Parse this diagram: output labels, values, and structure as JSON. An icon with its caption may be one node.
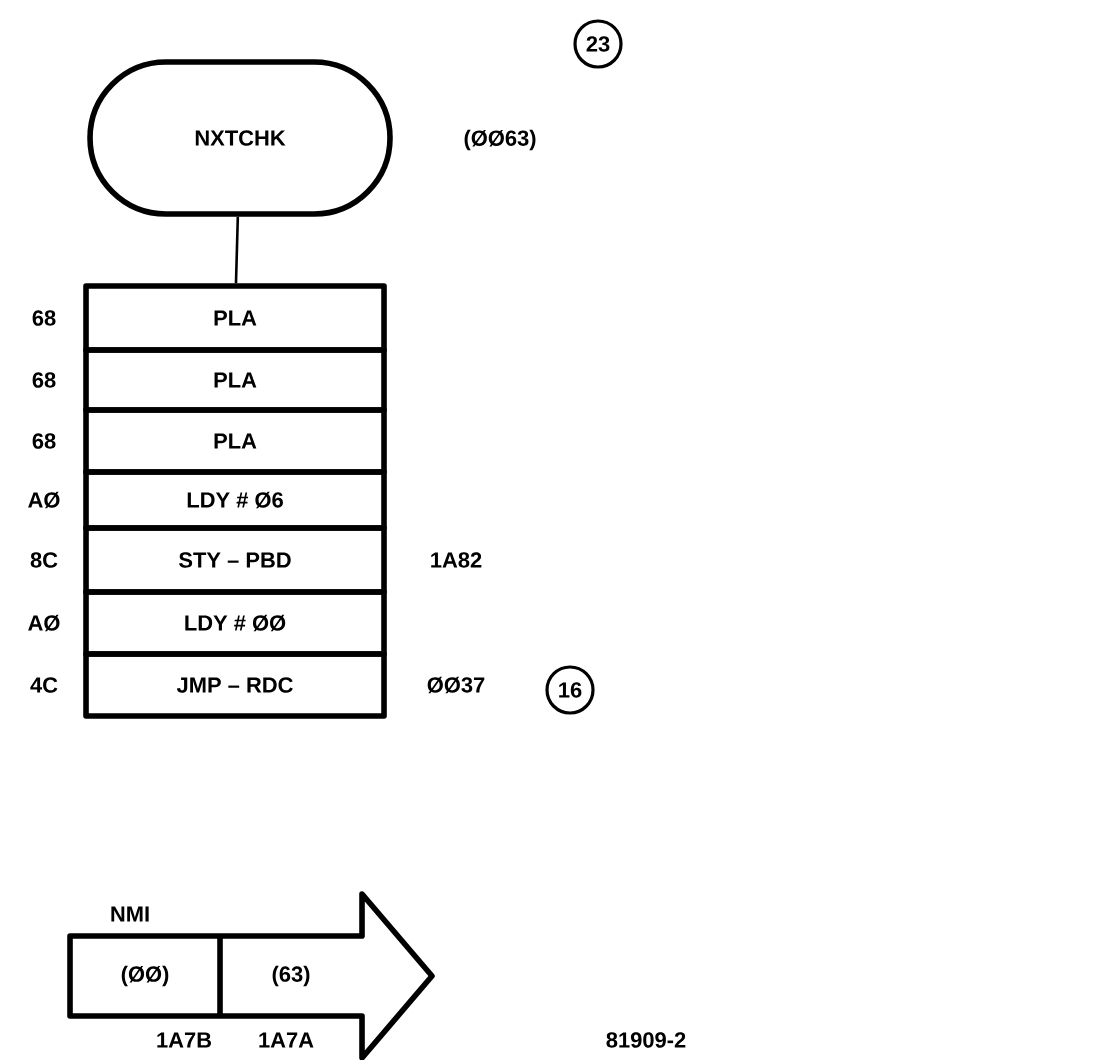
{
  "diagram": {
    "nodes": [
      {
        "text": [
          "NXTCHK"
        ],
        "beside": [
          "(ØØ63)"
        ]
      },
      {
        "text": [
          "PLA"
        ],
        "beside": [
          "68"
        ]
      },
      {
        "text": [
          "PLA"
        ],
        "beside": [
          "68"
        ]
      },
      {
        "text": [
          "PLA"
        ],
        "beside": [
          "68"
        ]
      },
      {
        "text": [
          "LDY # Ø6"
        ],
        "beside": [
          "AØ"
        ]
      },
      {
        "text": [
          "STY – PBD"
        ],
        "beside": [
          "8C",
          "1A82"
        ]
      },
      {
        "text": [
          "LDY # ØØ"
        ],
        "beside": [
          "AØ"
        ]
      },
      {
        "text": [
          "JMP – RDC"
        ],
        "beside": [
          "4C",
          "ØØ37"
        ]
      },
      {
        "text": [
          "NMI"
        ]
      },
      {
        "text": [
          "(ØØ)"
        ],
        "in": 8
      },
      {
        "text": [
          "(63)"
        ],
        "in": 8
      }
    ],
    "edges": [
      {
        "from": 0,
        "to": 1,
        "arrow": "none"
      }
    ],
    "labels": [
      "23",
      "16",
      "1A7B",
      "1A7A",
      "81909-2"
    ]
  }
}
